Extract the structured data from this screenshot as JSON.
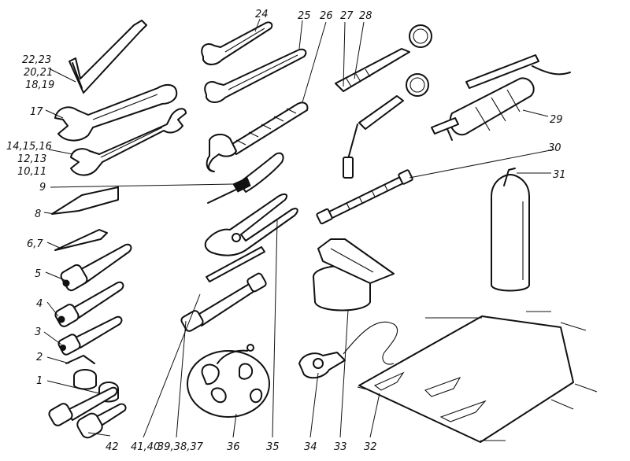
{
  "labels": {
    "l22_23": "22,23",
    "l20_21": "20,21",
    "l18_19": "18,19",
    "l17": "17",
    "l14_15_16": "14,15,16",
    "l12_13": "12,13",
    "l10_11": "10,11",
    "l9": "9",
    "l8": "8",
    "l6_7": "6,7",
    "l5": "5",
    "l4": "4",
    "l3": "3",
    "l2": "2",
    "l1": "1",
    "l42": "42",
    "l41_40": "41,40",
    "l39_38_37": "39,38,37",
    "l36": "36",
    "l35": "35",
    "l34": "34",
    "l33": "33",
    "l32": "32",
    "l24": "24",
    "l25": "25",
    "l26": "26",
    "l27": "27",
    "l28": "28",
    "l29": "29",
    "l30": "30",
    "l31": "31"
  }
}
